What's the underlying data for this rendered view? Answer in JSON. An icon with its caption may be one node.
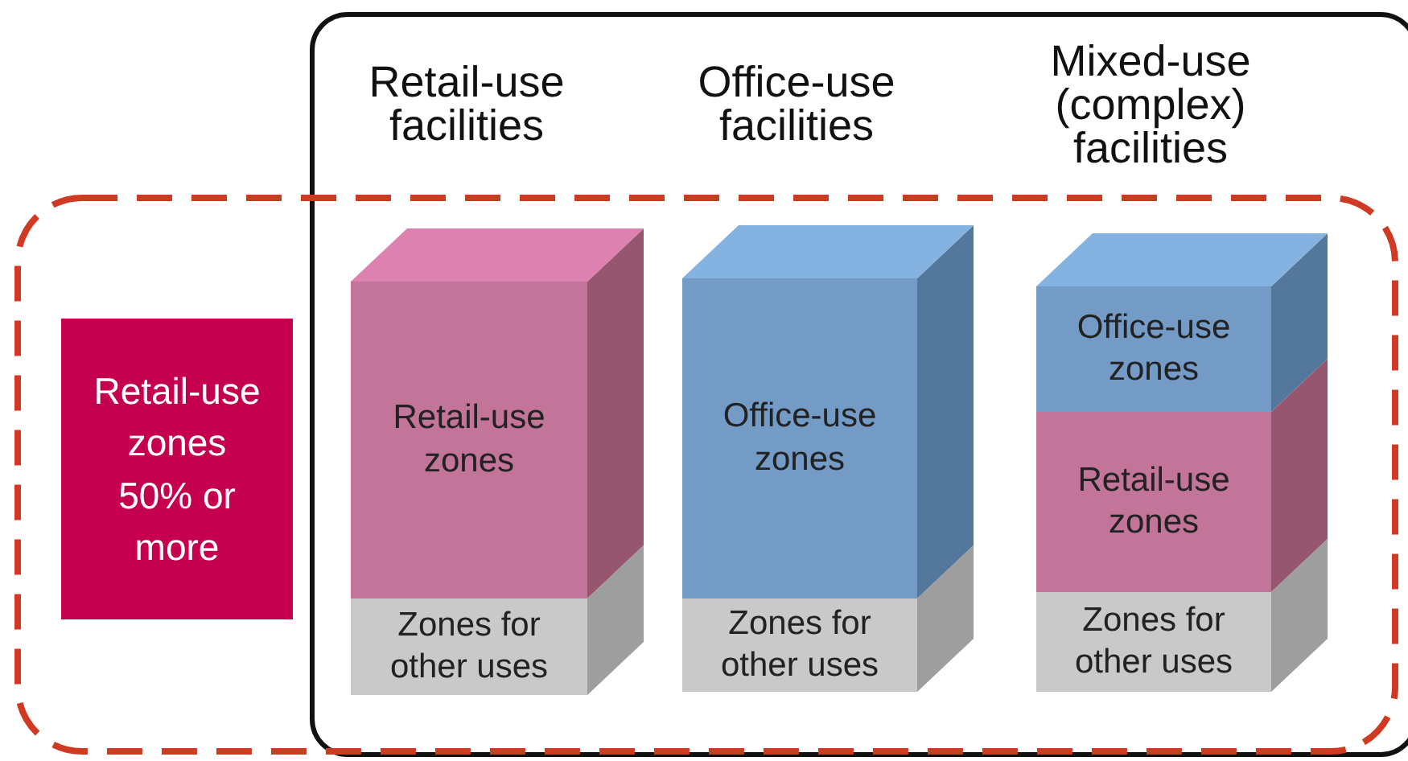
{
  "diagram": {
    "nodes": [
      {
        "text": [
          "Retail-use zones",
          "50% or more"
        ]
      },
      {
        "text": [
          "Retail-use zones"
        ]
      },
      {
        "text": [
          "Zones for other uses"
        ]
      },
      {
        "text": [
          "Office-use zones"
        ]
      },
      {
        "text": [
          "Zones for other uses"
        ]
      },
      {
        "text": [
          "Office-use zones"
        ]
      },
      {
        "text": [
          "Retail-use zones"
        ]
      },
      {
        "text": [
          "Zones for other uses"
        ]
      }
    ],
    "edges": [],
    "labels": [
      "Retail-use facilities",
      "Office-use facilities",
      "Mixed-use (complex) facilities"
    ]
  }
}
